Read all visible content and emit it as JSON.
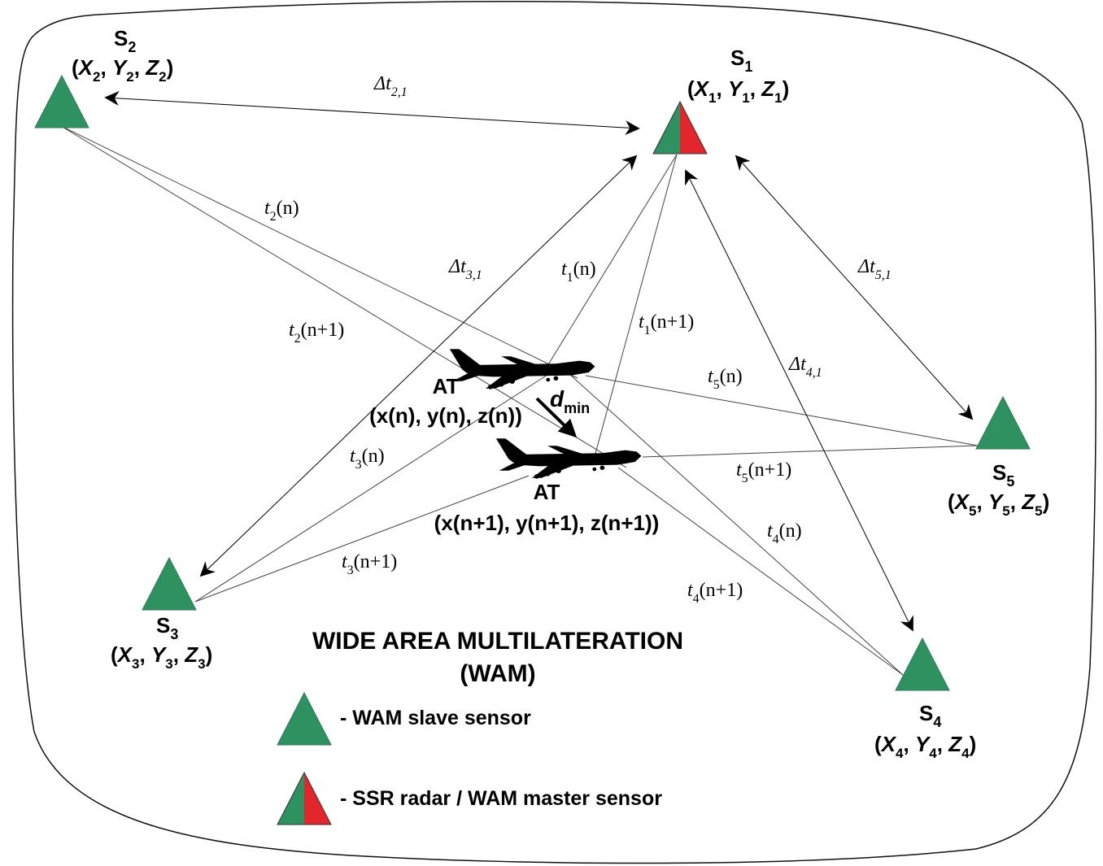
{
  "colors": {
    "slave_green": "#2e9160",
    "master_red": "#e3262c",
    "outline": "#333333"
  },
  "sensors": {
    "s1": {
      "name": "S",
      "index": "1",
      "coords": [
        "X",
        "1",
        "Y",
        "1",
        "Z",
        "1"
      ],
      "type": "master"
    },
    "s2": {
      "name": "S",
      "index": "2",
      "coords": [
        "X",
        "2",
        "Y",
        "2",
        "Z",
        "2"
      ],
      "type": "slave"
    },
    "s3": {
      "name": "S",
      "index": "3",
      "coords": [
        "X",
        "3",
        "Y",
        "3",
        "Z",
        "3"
      ],
      "type": "slave"
    },
    "s4": {
      "name": "S",
      "index": "4",
      "coords": [
        "X",
        "4",
        "Y",
        "4",
        "Z",
        "4"
      ],
      "type": "slave"
    },
    "s5": {
      "name": "S",
      "index": "5",
      "coords": [
        "X",
        "5",
        "Y",
        "5",
        "Z",
        "5"
      ],
      "type": "slave"
    }
  },
  "aircraft": {
    "at_n": {
      "label": "AT",
      "position": "(x(n), y(n), z(n))"
    },
    "at_n1": {
      "label": "AT",
      "position": "(x(n+1), y(n+1), z(n+1))"
    },
    "displacement": {
      "symbol": "d",
      "subscript": "min"
    }
  },
  "signal_labels": {
    "t1n": {
      "t": "t",
      "sub": "1",
      "arg": "(n)"
    },
    "t1n1": {
      "t": "t",
      "sub": "1",
      "arg": "(n+1)"
    },
    "t2n": {
      "t": "t",
      "sub": "2",
      "arg": "(n)"
    },
    "t2n1": {
      "t": "t",
      "sub": "2",
      "arg": "(n+1)"
    },
    "t3n": {
      "t": "t",
      "sub": "3",
      "arg": "(n)"
    },
    "t3n1": {
      "t": "t",
      "sub": "3",
      "arg": "(n+1)"
    },
    "t4n": {
      "t": "t",
      "sub": "4",
      "arg": "(n)"
    },
    "t4n1": {
      "t": "t",
      "sub": "4",
      "arg": "(n+1)"
    },
    "t5n": {
      "t": "t",
      "sub": "5",
      "arg": "(n)"
    },
    "t5n1": {
      "t": "t",
      "sub": "5",
      "arg": "(n+1)"
    }
  },
  "tdoa_labels": {
    "dt21": {
      "t": "Δt",
      "sub": "2,1"
    },
    "dt31": {
      "t": "Δt",
      "sub": "3,1"
    },
    "dt41": {
      "t": "Δt",
      "sub": "4,1"
    },
    "dt51": {
      "t": "Δt",
      "sub": "5,1"
    }
  },
  "title": {
    "line1": "WIDE AREA MULTILATERATION",
    "line2": "(WAM)"
  },
  "legend": {
    "slave": "- WAM slave sensor",
    "master": "- SSR radar / WAM master sensor"
  }
}
